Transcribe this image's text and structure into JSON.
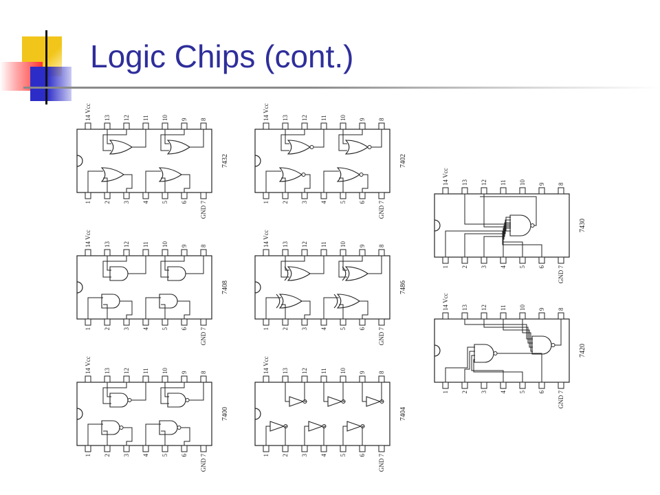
{
  "slide": {
    "title": "Logic Chips (cont.)"
  },
  "colors": {
    "title": "#2e2e9b",
    "accent_yellow": "#f2c51a",
    "accent_red": "#ff3333",
    "accent_blue": "#2c2cc8",
    "rule": "#8a8a8a",
    "ink": "#222222"
  },
  "pin_text": {
    "vcc": "14 Vcc",
    "gnd": "GND 7",
    "top": [
      "13",
      "12",
      "11",
      "10",
      "9",
      "8"
    ],
    "bottom": [
      "1",
      "2",
      "3",
      "4",
      "5",
      "6"
    ]
  },
  "chips": [
    {
      "id": "7432",
      "label": "7432",
      "gate": "or",
      "arrangement": "quad"
    },
    {
      "id": "7402",
      "label": "7402",
      "gate": "nor",
      "arrangement": "quad"
    },
    {
      "id": "7408",
      "label": "7408",
      "gate": "and",
      "arrangement": "quad"
    },
    {
      "id": "7486",
      "label": "7486",
      "gate": "xor",
      "arrangement": "quad"
    },
    {
      "id": "7400",
      "label": "7400",
      "gate": "nand",
      "arrangement": "quad"
    },
    {
      "id": "7404",
      "label": "7404",
      "gate": "not",
      "arrangement": "hex"
    },
    {
      "id": "7430",
      "label": "7430",
      "gate": "nand8",
      "arrangement": "single"
    },
    {
      "id": "7420",
      "label": "7420",
      "gate": "nand4",
      "arrangement": "dual"
    }
  ]
}
